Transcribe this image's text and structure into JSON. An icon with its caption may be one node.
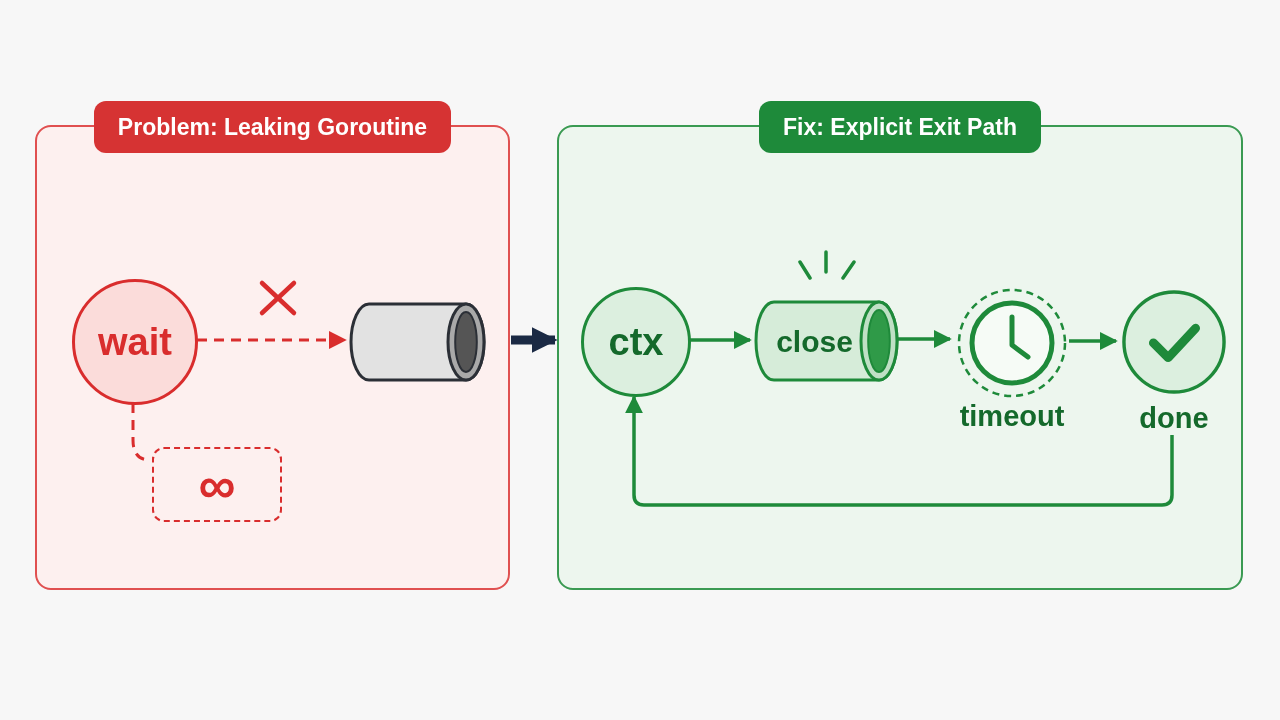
{
  "diagram": {
    "nodes": [
      {
        "text": [
          "Problem: Leaking Goroutine"
        ]
      },
      {
        "text": [
          "wait"
        ],
        "in": 0
      },
      {
        "text": [],
        "shape": "cylinder",
        "in": 0
      },
      {
        "text": [
          "∞"
        ],
        "in": 0
      },
      {
        "text": [
          "Fix: Explicit Exit Path"
        ]
      },
      {
        "text": [
          "ctx"
        ],
        "in": 4
      },
      {
        "text": [
          "close"
        ],
        "in": 4
      },
      {
        "text": [
          "timeout"
        ],
        "in": 4
      },
      {
        "text": [
          "done"
        ],
        "in": 4
      }
    ],
    "edges": [
      {
        "from": 1,
        "to": 2,
        "arrow": "to",
        "style": "dashed",
        "color": "#d92d2d"
      },
      {
        "from": 1,
        "to": 3,
        "arrow": "none",
        "style": "dashed",
        "color": "#d92d2d"
      },
      {
        "from": 0,
        "to": 4,
        "arrow": "to",
        "style": "thick",
        "color": "#1b2a44"
      },
      {
        "from": 5,
        "to": 6,
        "arrow": "to"
      },
      {
        "from": 6,
        "to": 7,
        "arrow": "to"
      },
      {
        "from": 7,
        "to": 8,
        "arrow": "to"
      },
      {
        "from": 8,
        "to": 5,
        "arrow": "to"
      }
    ]
  }
}
